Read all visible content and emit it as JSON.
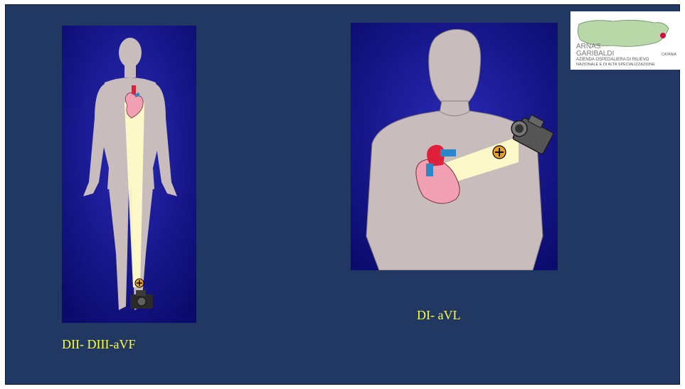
{
  "slide": {
    "background": "#213863",
    "caption_left": "DII- DIII-aVF",
    "caption_right": "DI- aVL",
    "caption_color": "#ffff33"
  },
  "logo": {
    "line1": "ARNAS",
    "line2": "GARIBALDI",
    "city": "CATANIA",
    "line3": "AZIENDA OSPEDALIERA DI RILIEVO",
    "line4": "NAZIONALE E DI ALTA SPECIALIZZAZIONE"
  },
  "illustrations": {
    "left": "full-body-figure-heart-camera-at-foot",
    "right": "torso-figure-heart-camera-at-shoulder"
  }
}
